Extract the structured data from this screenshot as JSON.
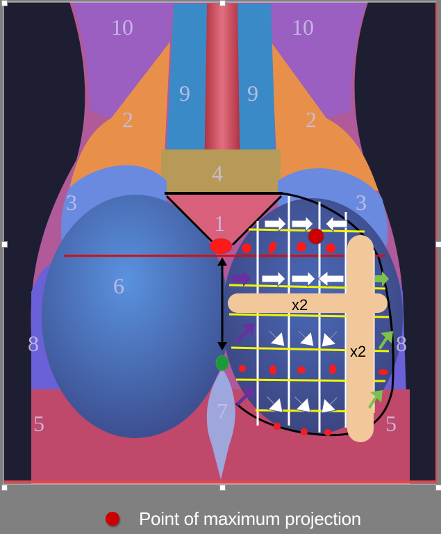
{
  "diagram": {
    "zone_labels": {
      "z10_left": "10",
      "z10_right": "10",
      "z9_left": "9",
      "z9_right": "9",
      "z2_left": "2",
      "z2_right": "2",
      "z4": "4",
      "z3_left": "3",
      "z3_right": "3",
      "z1": "1",
      "z6": "6",
      "z8_left": "8",
      "z8_right": "8",
      "z5_left": "5",
      "z5_right": "5",
      "z7": "7"
    },
    "horizontal_stick_label": "x2",
    "vertical_stick_label": "x2",
    "colors": {
      "background": "#1e1e32",
      "max_projection_dot": "#cc0000",
      "marker_dot": "#ff1a1a",
      "green_dot": "#1a9a3a",
      "grid_yellow": "#f5f500",
      "grid_white": "#ffffff",
      "purple_arrow": "#6a2fa0",
      "green_arrow": "#7fc04a",
      "stick": "#f2c89a",
      "red_line": "#d01010",
      "frame_red": "#e0484e"
    }
  },
  "legend": {
    "items": [
      {
        "label": "Point of maximum projection",
        "color": "#cc0000"
      }
    ]
  }
}
